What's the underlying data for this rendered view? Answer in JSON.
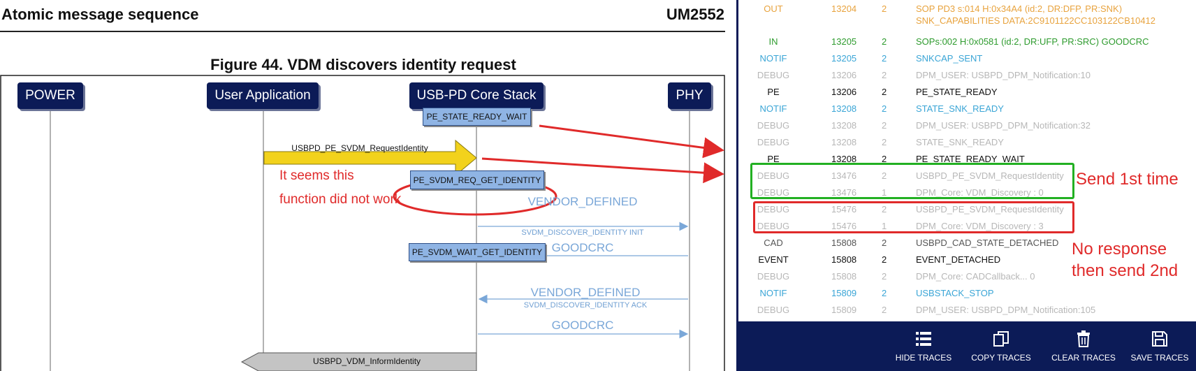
{
  "doc": {
    "header_title": "Atomic message sequence",
    "header_doc_id": "UM2552",
    "figure_title": "Figure 44. VDM discovers identity request",
    "actors": [
      "POWER",
      "User Application",
      "USB-PD Core Stack",
      "PHY"
    ],
    "states": {
      "ready_wait": "PE_STATE_READY_WAIT",
      "req_get_identity": "PE_SVDM_REQ_GET_IDENTITY",
      "wait_get_identity": "PE_SVDM_WAIT_GET_IDENTITY"
    },
    "messages": {
      "request_identity": "USBPD_PE_SVDM_RequestIdentity",
      "vendor_defined_1": "VENDOR_DEFINED",
      "discover_init": "SVDM_DISCOVER_IDENTITY INIT",
      "goodcrc_1": "GOODCRC",
      "vendor_defined_2": "VENDOR_DEFINED",
      "discover_ack": "SVDM_DISCOVER_IDENTITY ACK",
      "goodcrc_2": "GOODCRC",
      "inform_identity": "USBPD_VDM_InformIdentity"
    },
    "note_line1": "It seems this",
    "note_line2": "function did not work"
  },
  "trace": {
    "rows": [
      {
        "type": "OUT",
        "time": "13204",
        "port": "2",
        "msg": "SOP PD3   s:014      H:0x34A4      (id:2, DR:DFP, PR:SNK) SNK_CAPABILITIES    DATA:2C9101122CC103122CB10412",
        "cls": "sop",
        "tall": true
      },
      {
        "type": "IN",
        "time": "13205",
        "port": "2",
        "msg": "SOPs:002       H:0x0581    (id:2, DR:UFP, PR:SRC)     GOODCRC",
        "cls": "in"
      },
      {
        "type": "NOTIF",
        "time": "13205",
        "port": "2",
        "msg": "SNKCAP_SENT",
        "cls": "notif"
      },
      {
        "type": "DEBUG",
        "time": "13206",
        "port": "2",
        "msg": "DPM_USER: USBPD_DPM_Notification:10",
        "cls": "debug"
      },
      {
        "type": "PE",
        "time": "13206",
        "port": "2",
        "msg": "PE_STATE_READY",
        "cls": "pe"
      },
      {
        "type": "NOTIF",
        "time": "13208",
        "port": "2",
        "msg": "STATE_SNK_READY",
        "cls": "notif"
      },
      {
        "type": "DEBUG",
        "time": "13208",
        "port": "2",
        "msg": "DPM_USER: USBPD_DPM_Notification:32",
        "cls": "debug"
      },
      {
        "type": "DEBUG",
        "time": "13208",
        "port": "2",
        "msg": "STATE_SNK_READY",
        "cls": "debug"
      },
      {
        "type": "PE",
        "time": "13208",
        "port": "2",
        "msg": "PE_STATE_READY_WAIT",
        "cls": "pe"
      },
      {
        "type": "DEBUG",
        "time": "13476",
        "port": "2",
        "msg": "USBPD_PE_SVDM_RequestIdentity",
        "cls": "debug"
      },
      {
        "type": "DEBUG",
        "time": "13476",
        "port": "1",
        "msg": "DPM_Core: VDM_Discovery : 0",
        "cls": "debug"
      },
      {
        "type": "DEBUG",
        "time": "15476",
        "port": "2",
        "msg": "USBPD_PE_SVDM_RequestIdentity",
        "cls": "debug"
      },
      {
        "type": "DEBUG",
        "time": "15476",
        "port": "1",
        "msg": "DPM_Core: VDM_Discovery : 3",
        "cls": "debug"
      },
      {
        "type": "CAD",
        "time": "15808",
        "port": "2",
        "msg": "USBPD_CAD_STATE_DETACHED",
        "cls": "cad"
      },
      {
        "type": "EVENT",
        "time": "15808",
        "port": "2",
        "msg": "EVENT_DETACHED",
        "cls": "event"
      },
      {
        "type": "DEBUG",
        "time": "15808",
        "port": "2",
        "msg": "DPM_Core: CADCallback... 0",
        "cls": "debug"
      },
      {
        "type": "NOTIF",
        "time": "15809",
        "port": "2",
        "msg": "USBSTACK_STOP",
        "cls": "notif"
      },
      {
        "type": "DEBUG",
        "time": "15809",
        "port": "2",
        "msg": "DPM_USER: USBPD_DPM_Notification:105",
        "cls": "debug"
      }
    ],
    "toolbar": {
      "hide": "HIDE TRACES",
      "copy": "COPY TRACES",
      "clear": "CLEAR TRACES",
      "save": "SAVE TRACES"
    }
  },
  "annotations": {
    "first": "Send 1st time",
    "second_line1": "No response",
    "second_line2": "then send 2nd"
  },
  "colors": {
    "navy": "#0c1b57",
    "annotation_red": "#e02a2a",
    "annotation_green": "#22b022",
    "state_blue": "#8fb4e4",
    "arrow_yellow": "#f2d21c"
  }
}
